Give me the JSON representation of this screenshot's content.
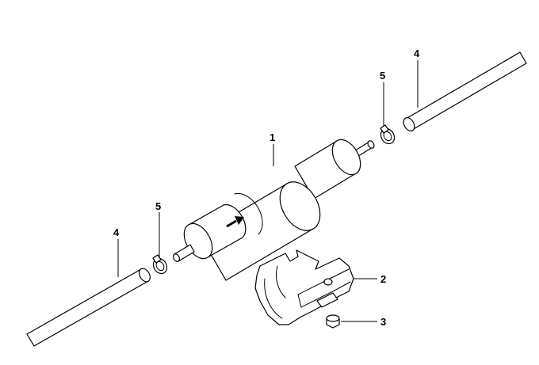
{
  "diagram": {
    "callouts": [
      {
        "id": "filter",
        "label": "1"
      },
      {
        "id": "bracket",
        "label": "2"
      },
      {
        "id": "nut",
        "label": "3"
      },
      {
        "id": "hose-right",
        "label": "4"
      },
      {
        "id": "hose-left",
        "label": "4"
      },
      {
        "id": "clamp-right",
        "label": "5"
      },
      {
        "id": "clamp-left",
        "label": "5"
      }
    ],
    "colors": {
      "line": "#000000",
      "background": "#ffffff"
    },
    "icons": {
      "flow_arrow": "arrow-right-icon"
    }
  }
}
